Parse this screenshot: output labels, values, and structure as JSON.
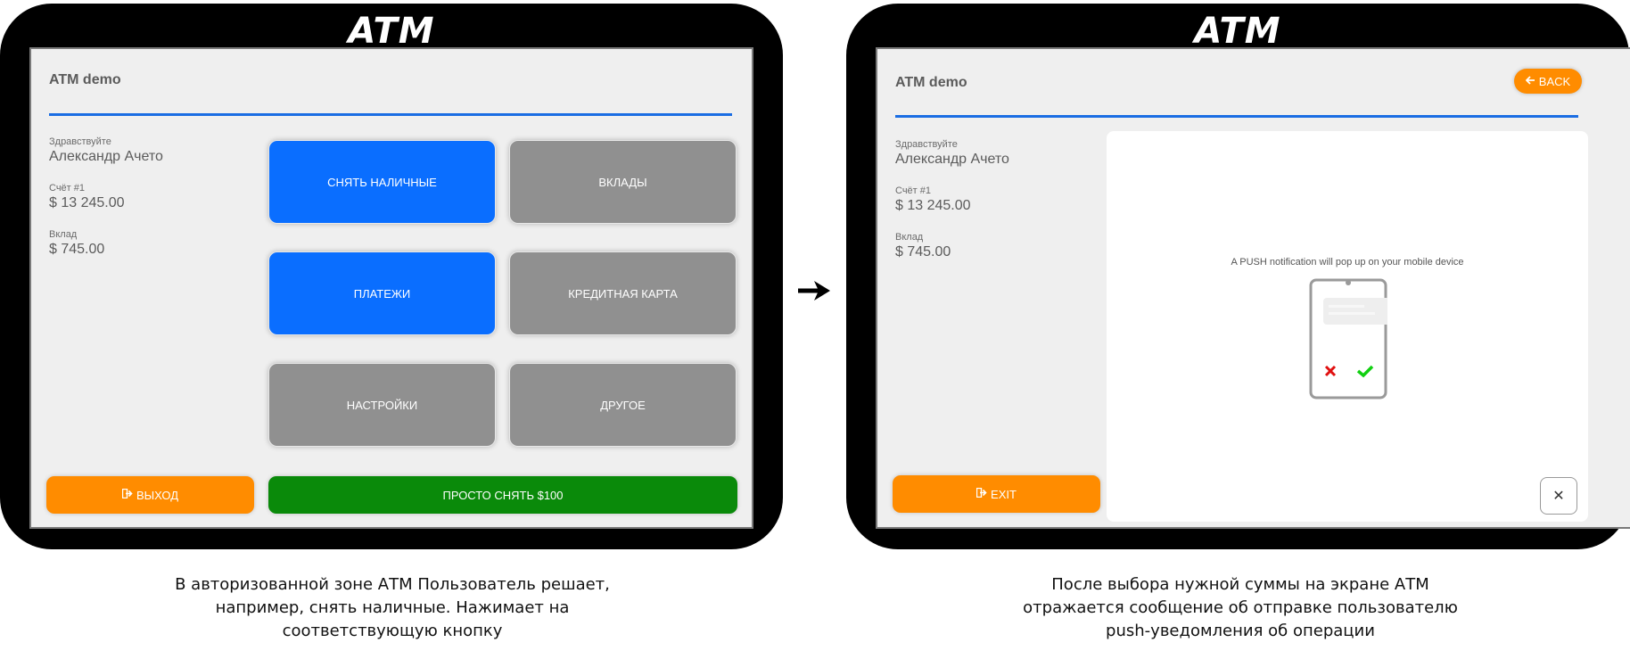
{
  "left": {
    "brand": "ATM",
    "app_title": "ATM demo",
    "greeting_label": "Здравствуйте",
    "user_name": "Александр Ачето",
    "account_label": "Счёт #1",
    "account_value": "$ 13 245.00",
    "deposit_label": "Вклад",
    "deposit_value": "$ 745.00",
    "buttons": {
      "withdraw": "СНЯТЬ НАЛИЧНЫЕ",
      "deposits": "ВКЛАДЫ",
      "payments": "ПЛАТЕЖИ",
      "credit_card": "КРЕДИТНАЯ КАРТА",
      "settings": "НАСТРОЙКИ",
      "other": "ДРУГОЕ",
      "exit": "ВЫХОД",
      "quick_withdraw": "ПРОСТО СНЯТЬ $100"
    }
  },
  "right": {
    "brand": "ATM",
    "app_title": "ATM demo",
    "back_label": "BACK",
    "greeting_label": "Здравствуйте",
    "user_name": "Александр Ачето",
    "account_label": "Счёт #1",
    "account_value": "$ 13 245.00",
    "deposit_label": "Вклад",
    "deposit_value": "$ 745.00",
    "push_message": "A PUSH notification will pop up on your mobile device",
    "exit_label": "EXIT",
    "close_label": "✕"
  },
  "captions": {
    "left": [
      "В авторизованной зоне АТМ Пользователь решает,",
      "например, снять наличные. Нажимает на",
      "соответствующую кнопку"
    ],
    "right": [
      "После выбора нужной суммы на экране АТМ",
      "отражается сообщение об отправке пользователю",
      "push-уведомления об операции"
    ]
  },
  "colors": {
    "primary_blue": "#0a6eff",
    "neutral_gray": "#909090",
    "exit_orange": "#ff8c00",
    "quick_green": "#0a8a0a",
    "title_rule": "#1a6de3"
  },
  "icons": {
    "exit": "sign-out-icon",
    "back": "arrow-left-icon",
    "reject": "cross-icon",
    "approve": "check-icon",
    "step": "arrow-right-icon"
  }
}
